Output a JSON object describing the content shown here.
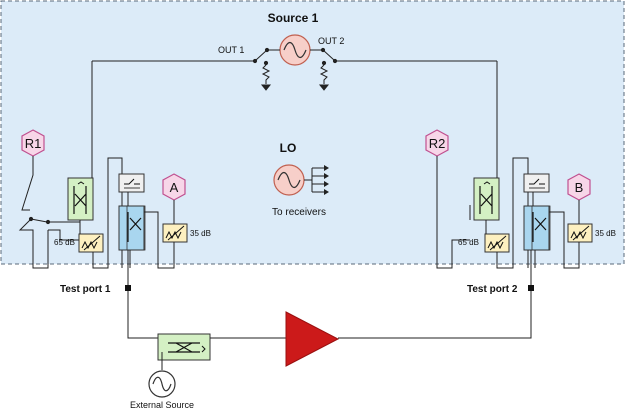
{
  "source": {
    "title": "Source 1",
    "out1": "OUT 1",
    "out2": "OUT 2"
  },
  "lo": {
    "title": "LO",
    "caption": "To receivers"
  },
  "receivers": {
    "r1": "R1",
    "r2": "R2",
    "a": "A",
    "b": "B"
  },
  "attenuators": {
    "left_ref": "65 dB",
    "left_test": "35 dB",
    "right_ref": "65 dB",
    "right_test": "35 dB"
  },
  "ports": {
    "port1": "Test port 1",
    "port2": "Test port 2"
  },
  "external": {
    "label": "External Source"
  },
  "colors": {
    "panel_fill": "#dcebf8",
    "panel_border": "#5a6a7a",
    "receiver_fill": "#f7d6e8",
    "receiver_stroke": "#c05090",
    "source_fill": "#f7cfc9",
    "source_stroke": "#c06050",
    "coupler_green": "#d4f0c4",
    "coupler_blue": "#a9d6ef",
    "atten_fill": "#fdf0c0",
    "amplifier": "#cc1a1a"
  }
}
